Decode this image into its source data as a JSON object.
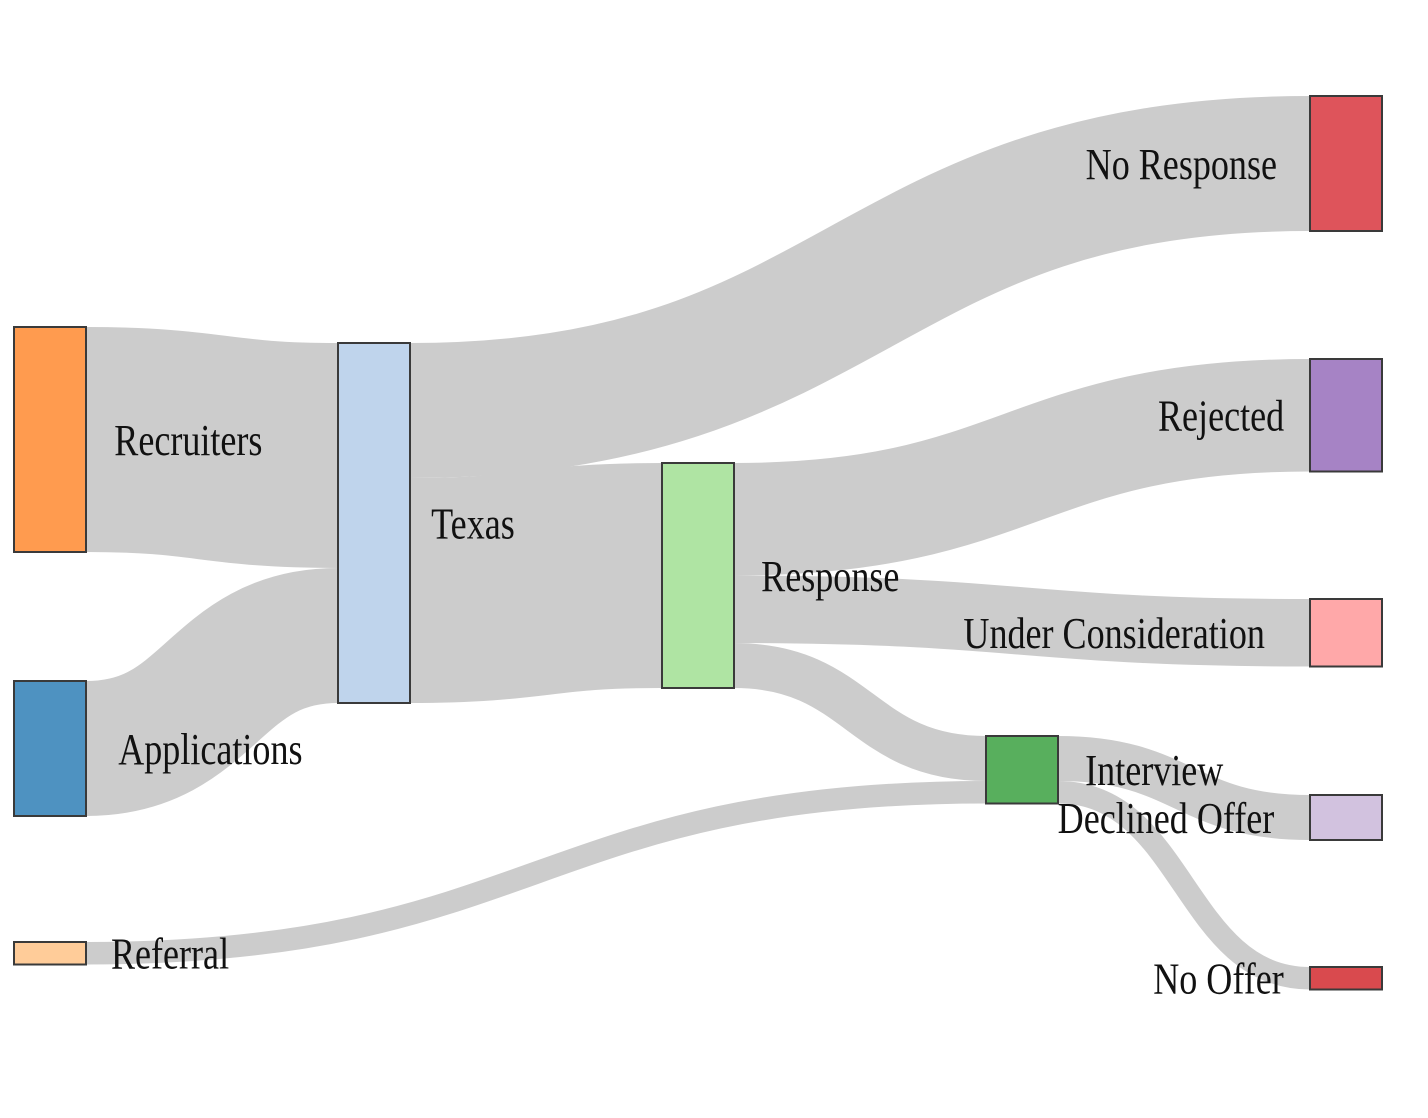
{
  "diagram": {
    "type": "sankey",
    "link_color": "#cccccc",
    "nodes": [
      {
        "id": "recruiters",
        "label": "Recruiters",
        "color": "#ff9b4f",
        "column": 0
      },
      {
        "id": "applications",
        "label": "Applications",
        "color": "#4e92c1",
        "column": 0
      },
      {
        "id": "referral",
        "label": "Referral",
        "color": "#ffcc99",
        "column": 0
      },
      {
        "id": "texas",
        "label": "Texas",
        "color": "#bfd4ec",
        "column": 1
      },
      {
        "id": "response",
        "label": "Response",
        "color": "#afe4a3",
        "column": 2
      },
      {
        "id": "interview",
        "label": "Interview",
        "color": "#58af5d",
        "column": 3
      },
      {
        "id": "no-response",
        "label": "No Response",
        "color": "#de545b",
        "column": 4
      },
      {
        "id": "rejected",
        "label": "Rejected",
        "color": "#a683c5",
        "column": 4
      },
      {
        "id": "under-consideration",
        "label": "Under Consideration",
        "color": "#ffa8a9",
        "column": 4
      },
      {
        "id": "declined-offer",
        "label": "Declined Offer",
        "color": "#d2c2df",
        "column": 4
      },
      {
        "id": "no-offer",
        "label": "No Offer",
        "color": "#d94a4e",
        "column": 4
      }
    ],
    "links": [
      {
        "source": "recruiters",
        "target": "texas",
        "value": 100
      },
      {
        "source": "applications",
        "target": "texas",
        "value": 60
      },
      {
        "source": "texas",
        "target": "no-response",
        "value": 60
      },
      {
        "source": "texas",
        "target": "response",
        "value": 100
      },
      {
        "source": "response",
        "target": "rejected",
        "value": 50
      },
      {
        "source": "response",
        "target": "under-consideration",
        "value": 30
      },
      {
        "source": "response",
        "target": "interview",
        "value": 20
      },
      {
        "source": "referral",
        "target": "interview",
        "value": 10
      },
      {
        "source": "interview",
        "target": "declined-offer",
        "value": 20
      },
      {
        "source": "interview",
        "target": "no-offer",
        "value": 10
      }
    ]
  }
}
